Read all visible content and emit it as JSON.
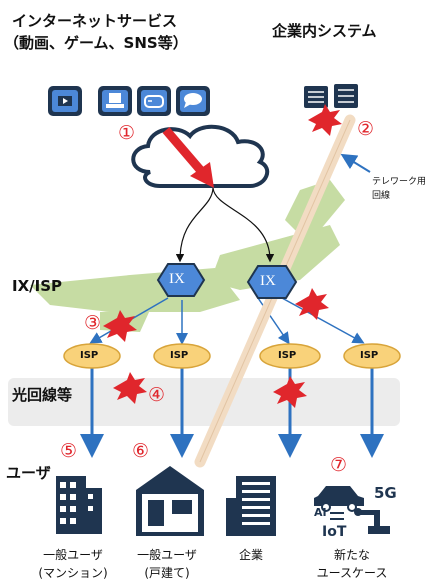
{
  "labels": {
    "internet_services": "インターネットサービス",
    "internet_services_sub": "（動画、ゲーム、SNS等）",
    "enterprise_system": "企業内システム",
    "telework_line": "テレワーク用",
    "telework_line_2": "回線",
    "ix_isp": "IX/ISP",
    "fiber_line": "光回線等",
    "users": "ユーザ"
  },
  "nodes": {
    "ix": [
      "IX",
      "IX"
    ],
    "isp": [
      "ISP",
      "ISP",
      "ISP",
      "ISP"
    ]
  },
  "markers": [
    "①",
    "②",
    "③",
    "④",
    "⑤",
    "⑥",
    "⑦"
  ],
  "user_types": {
    "general_apartment": "一般ユーザ",
    "general_apartment_sub": "(マンション)",
    "general_house": "一般ユーザ",
    "general_house_sub": "(戸建て)",
    "enterprise": "企業",
    "new_usecase": "新たな",
    "new_usecase_sub": "ユースケース"
  },
  "usecase_badges": {
    "g5": "5G",
    "ai": "AI",
    "iot": "IoT"
  },
  "colors": {
    "marker_red": "#e0262c",
    "accent_blue": "#2e72c0",
    "navy": "#1f3550",
    "ix_fill": "#4c88d8",
    "isp_fill": "#f9d27a",
    "map_green": "#c6dca3",
    "band_gray": "#ececec",
    "pipe_beige": "#f2dcc3"
  },
  "icons": [
    "video-icon",
    "person-icon",
    "gamepad-icon",
    "chat-icon",
    "server-icon",
    "server-icon",
    "cloud-icon",
    "explosion-icon",
    "apartment-building-icon",
    "house-icon",
    "office-building-icon",
    "car-icon",
    "robot-arm-icon"
  ]
}
